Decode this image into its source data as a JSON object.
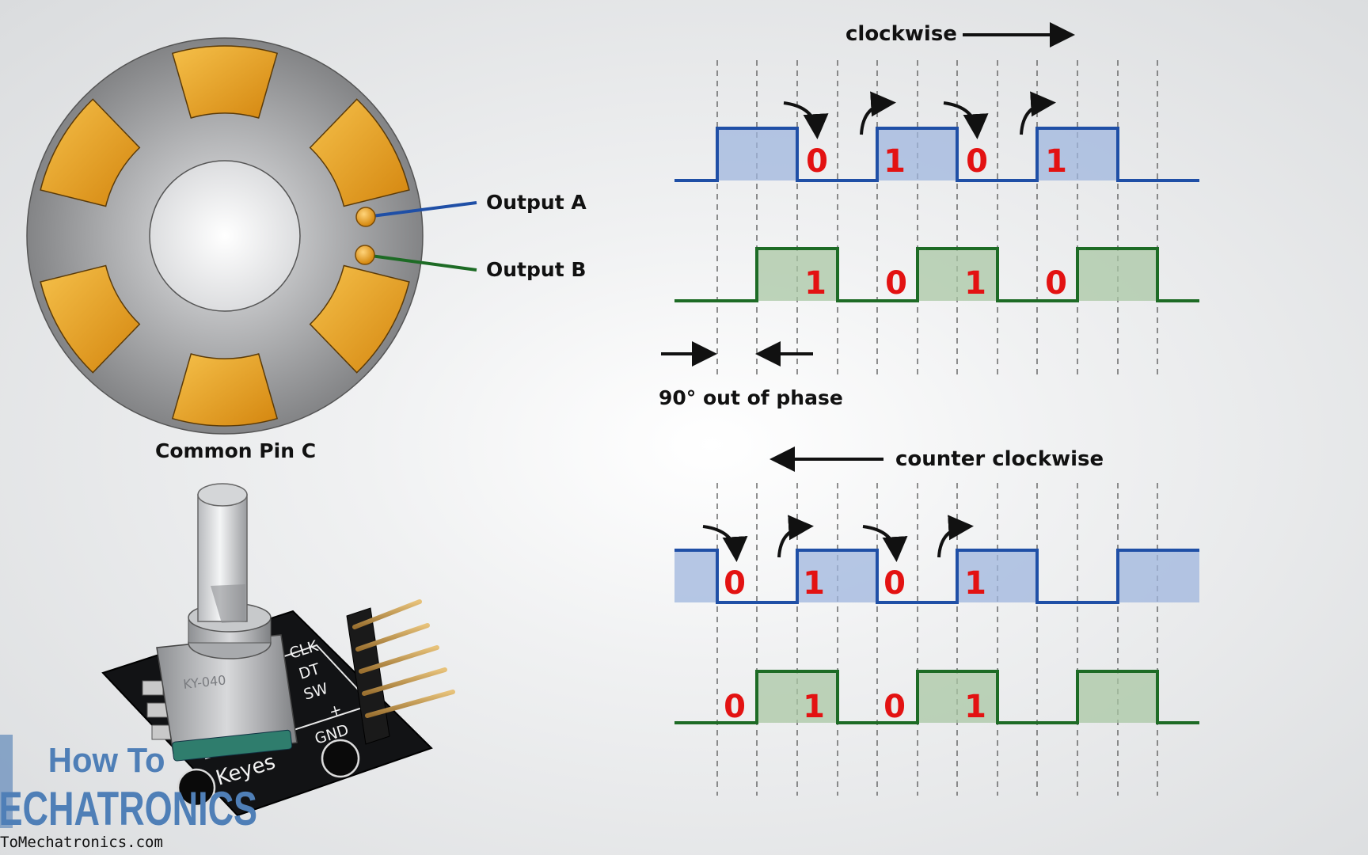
{
  "encoder_labels": {
    "output_a": "Output A",
    "output_b": "Output B",
    "common_pin": "Common Pin C"
  },
  "module": {
    "pins": [
      "CLK",
      "DT",
      "SW",
      "+",
      "GND"
    ],
    "brand": "Keyes",
    "chip_text": "KY-040"
  },
  "logo": {
    "line1": "How To",
    "line2": "ECHATRONICS",
    "url": "ToMechatronics.com"
  },
  "clockwise": {
    "title": "clockwise",
    "phase_note": "90° out of phase",
    "a_bits": [
      "0",
      "1",
      "0",
      "1"
    ],
    "b_bits": [
      "1",
      "0",
      "1",
      "0"
    ]
  },
  "counter_clockwise": {
    "title": "counter clockwise",
    "a_bits": [
      "0",
      "1",
      "0",
      "1"
    ],
    "b_bits": [
      "0",
      "1",
      "0",
      "1"
    ]
  },
  "colors": {
    "signal_a": "#1f4fa6",
    "signal_a_fill": "#9fb6dd",
    "signal_b": "#1d6b25",
    "signal_b_fill": "#a9c7a4",
    "bit_text": "#e31212",
    "contact_pad": "#e69a1e",
    "wheel": "#8e8f91"
  }
}
